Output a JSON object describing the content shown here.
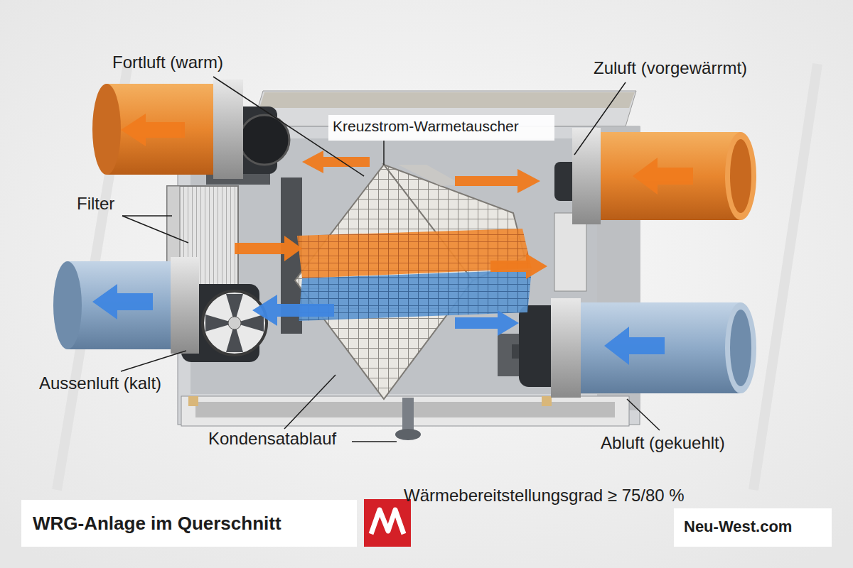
{
  "diagram": {
    "title": "WRG-Anlage im Querschnitt",
    "labels": [
      "Fortluft (warm)",
      "Zuluft (vorgewärrmt)",
      "Kreuzstrom-Warmetauscher",
      "Filter",
      "Aussenluft (kalt)",
      "Kondensatablauf",
      "Abluft (gekuehlt)",
      "Wärmebereitstellungsgrad ≥ 75/80 %",
      "Neu-West.com"
    ]
  }
}
